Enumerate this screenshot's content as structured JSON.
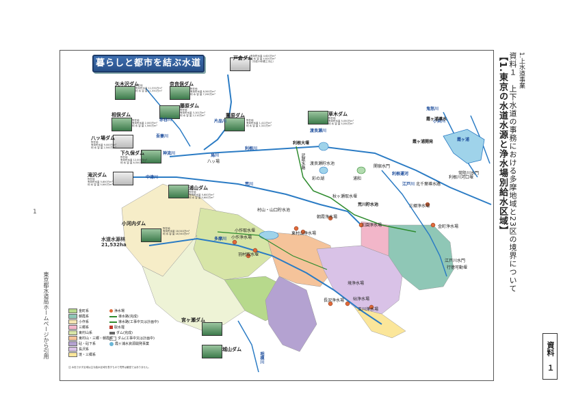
{
  "page": {
    "page_number": "1",
    "side_note": "東京都水道局ホームページから引用",
    "right_title_1": "資料１　上下水道の事務における多摩地域と23区の境界について",
    "right_title_2": "【1.東京の水道水源と浄水場別給水区域】",
    "subtitle_left": "1.上水道事業",
    "shiryo_box": "資料　１"
  },
  "map": {
    "banner": "暮らしと都市を結ぶ水道",
    "dams": [
      {
        "name": "矢木沢ダム",
        "stats": "所在地\n有効貯水量 11,550万m³\n利 水 容 量 11,550万m³"
      },
      {
        "name": "奈良俣ダム",
        "stats": "所在地\n有効貯水量 8,500万m³\n利 水 容 量 7,200万m³"
      },
      {
        "name": "藤原ダム",
        "stats": "所在地\n有効貯水量 3,101万m³\n利 水 容 量 2,110万m³"
      },
      {
        "name": "相俣ダム",
        "stats": "所在地\n有効貯水量 2,000万m³\n利 水 容 量 1,500万m³"
      },
      {
        "name": "薗原ダム",
        "stats": "所在地\n有効貯水量 1,412万m³\n利 水 容 量 1,322万m³"
      },
      {
        "name": "八ッ場ダム",
        "stats": "所在地\n有効貯水量 9,000万m³\n利 水 容 量 2,500万m³"
      },
      {
        "name": "下久保ダム",
        "stats": "所在地\n有効貯水量 12,000万m³\n利 水 容 量 8,500万m³"
      },
      {
        "name": "滝沢ダム",
        "stats": "所在地\n有効貯水量 5,800万m³\n利 水 容 量 5,600万m³"
      },
      {
        "name": "浦山ダム",
        "stats": "所在地\n有効貯水量 5,600万m³\n利 水 容 量 5,600万m³"
      },
      {
        "name": "戸倉ダム",
        "stats": "有効貯水量 4,620万m³\n利 水 容 量 4,620万m³\n（平成15年着工中止）"
      },
      {
        "name": "草木ダム",
        "stats": "所在地\n有効貯水量 5,050万m³\n利 水 容 量 5,050万m³"
      },
      {
        "name": "小河内ダム",
        "stats": "所在地\n有効貯水量 18,540万m³\n利 水 容 量 18,540万m³"
      },
      {
        "name": "宮ヶ瀬ダム",
        "stats": ""
      },
      {
        "name": "城山ダム",
        "stats": ""
      }
    ],
    "rivers": [
      "赤谷川",
      "片品川",
      "吾妻川",
      "神流川",
      "烏川",
      "利根川",
      "中津川",
      "荒川",
      "多摩川",
      "江戸川",
      "利根運河",
      "相模川",
      "鬼怒川",
      "小貝川",
      "渡良瀬川"
    ],
    "facilities": [
      "利根大堰",
      "武蔵水路",
      "渡良瀬貯水池",
      "秋ヶ瀬取水堰",
      "荒川貯水池",
      "村山・山口貯水池",
      "小作取水堰",
      "羽村取水堰",
      "東村山浄水場",
      "朝霞浄水場",
      "三郷浄水場",
      "金町浄水場",
      "境浄水場",
      "砧浄水場",
      "長沢浄水場",
      "三園浄水場",
      "霞ヶ浦導水",
      "霞ヶ浦開発",
      "北千葉導水路",
      "利根川河口堰",
      "行徳可動堰",
      "常陸川水門",
      "江戸川水門",
      "関宿水門",
      "小作浄水場",
      "玉川浄水場"
    ],
    "lakes": [
      "霞ヶ浦",
      "彩の湖",
      "浦和",
      "八ッ場"
    ],
    "watershed_forest": "水道水源林\n21,532ha",
    "legend": [
      {
        "label": "金町系",
        "color": "#b7d98c"
      },
      {
        "label": "朝霞系",
        "color": "#8fc7b6"
      },
      {
        "label": "小作系",
        "color": "#f4e5b2"
      },
      {
        "label": "三郷系",
        "color": "#f2b6c9"
      },
      {
        "label": "東村山系",
        "color": "#d7e5a7"
      },
      {
        "label": "東村山・三郷・朝霞系",
        "color": "#f5c39a"
      },
      {
        "label": "砧・砧下系",
        "color": "#b4a2d1"
      },
      {
        "label": "長沢系",
        "color": "#d9c2e7"
      },
      {
        "label": "境・三郷系",
        "color": "#fbe69a"
      },
      {
        "label": "浄水場",
        "color": "#e06a3a"
      },
      {
        "label": "導水路(完成)",
        "color": "#2e8b2e"
      },
      {
        "label": "導水路(工事中又は計画中)",
        "color": "#2e8b2e"
      },
      {
        "label": "取水堰",
        "color": "#c0392b"
      },
      {
        "label": "ダム(完成)",
        "color": "#666666"
      },
      {
        "label": "ダム(工事中又は計画中)",
        "color": "#888888"
      },
      {
        "label": "霞ヶ浦水資源開発事業",
        "color": "#6bb6d6"
      }
    ],
    "footnote": "注 水色で示す区域は主な給水区域を表すもので境界は厳密ではありません。"
  },
  "colors": {
    "river": "#2a7bc4",
    "conduit": "#2e8b2e",
    "frame": "#555555"
  }
}
